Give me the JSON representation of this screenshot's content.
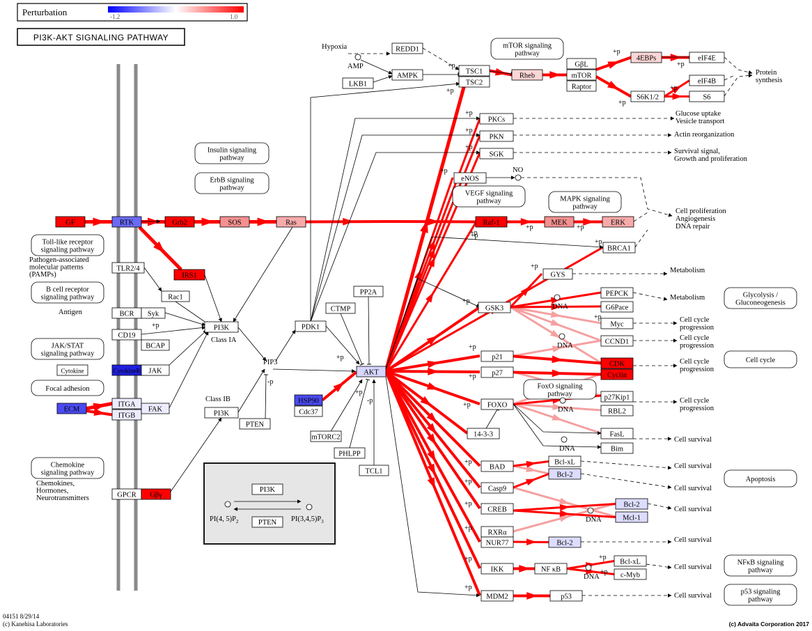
{
  "legend": {
    "title": "Perturbation",
    "min_label": "-1.2",
    "max_label": "1.0",
    "low_color": "#0000ff",
    "high_color": "#ff0000"
  },
  "pathway_title": "PI3K-AKT SIGNALING PATHWAY",
  "footer": {
    "id_date": "04151 8/29/14",
    "credit_left": "(c) Kanehisa Laboratories",
    "credit_right": "(c) Advaita Corporation 2017"
  },
  "colors": {
    "strong_up": "#ff0000",
    "mild_up": "#f08080",
    "light_up": "#fbd6d6",
    "strong_down": "#3b3bf0",
    "light_down": "#dcdcff",
    "neutral": "#ffffff",
    "inset_bg": "#e6e6e6"
  },
  "inset": {
    "pi3k": "PI3K",
    "pten": "PTEN",
    "substrate": "PI(4, 5)P",
    "substrate_sub": "2",
    "product": "PI(3,4,5)P",
    "product_sub": "3"
  },
  "nodes": [
    {
      "id": "gf",
      "label": "GF",
      "fill": "#ff0000"
    },
    {
      "id": "rtk",
      "label": "RTK",
      "fill": "#6a6af4"
    },
    {
      "id": "grb2",
      "label": "Grb2",
      "fill": "#ff0000"
    },
    {
      "id": "sos",
      "label": "SOS",
      "fill": "#f49090"
    },
    {
      "id": "ras",
      "label": "Ras",
      "fill": "#f7aaaa"
    },
    {
      "id": "raf1",
      "label": "Raf-1",
      "fill": "#ff0000"
    },
    {
      "id": "mek",
      "label": "MEK",
      "fill": "#f49090"
    },
    {
      "id": "erk",
      "label": "ERK",
      "fill": "#f7aaaa"
    },
    {
      "id": "irs1",
      "label": "IRS1",
      "fill": "#ff0000"
    },
    {
      "id": "tlr24",
      "label": "TLR2/4",
      "fill": "#ffffff"
    },
    {
      "id": "rac1",
      "label": "Rac1",
      "fill": "#ffffff"
    },
    {
      "id": "bcr",
      "label": "BCR",
      "fill": "#ffffff"
    },
    {
      "id": "syk",
      "label": "Syk",
      "fill": "#ffffff"
    },
    {
      "id": "cd19",
      "label": "CD19",
      "fill": "#ffffff"
    },
    {
      "id": "bcap",
      "label": "BCAP",
      "fill": "#ffffff"
    },
    {
      "id": "cytokine",
      "label": "Cytokine",
      "fill": "#ffffff"
    },
    {
      "id": "cytokine_r",
      "label": "CytokineR",
      "fill": "#2020e0"
    },
    {
      "id": "jak",
      "label": "JAK",
      "fill": "#ffffff"
    },
    {
      "id": "ecm",
      "label": "ECM",
      "fill": "#4a4af0"
    },
    {
      "id": "itga",
      "label": "ITGA",
      "fill": "#ececff"
    },
    {
      "id": "itgb",
      "label": "ITGB",
      "fill": "#ececff"
    },
    {
      "id": "fak",
      "label": "FAK",
      "fill": "#ececff"
    },
    {
      "id": "gpcr",
      "label": "GPCR",
      "fill": "#ffffff"
    },
    {
      "id": "gby",
      "label": "Gβγ",
      "fill": "#ff0000"
    },
    {
      "id": "pi3k_a",
      "label": "PI3K",
      "fill": "#ffffff"
    },
    {
      "id": "pi3k_b",
      "label": "PI3K",
      "fill": "#ffffff"
    },
    {
      "id": "pten",
      "label": "PTEN",
      "fill": "#ffffff"
    },
    {
      "id": "pdk1",
      "label": "PDK1",
      "fill": "#ffffff"
    },
    {
      "id": "pp2a",
      "label": "PP2A",
      "fill": "#ffffff"
    },
    {
      "id": "ctmp",
      "label": "CTMP",
      "fill": "#ffffff"
    },
    {
      "id": "hsp90",
      "label": "HSP90",
      "fill": "#4a4af0"
    },
    {
      "id": "cdc37",
      "label": "Cdc37",
      "fill": "#ffffff"
    },
    {
      "id": "mtorc2",
      "label": "mTORC2",
      "fill": "#ffffff"
    },
    {
      "id": "phlpp",
      "label": "PHLPP",
      "fill": "#ffffff"
    },
    {
      "id": "tcl1",
      "label": "TCL1",
      "fill": "#ffffff"
    },
    {
      "id": "akt",
      "label": "AKT",
      "fill": "#d6d6ff"
    },
    {
      "id": "redd1",
      "label": "REDD1",
      "fill": "#ffffff"
    },
    {
      "id": "ampk",
      "label": "AMPK",
      "fill": "#ffffff"
    },
    {
      "id": "lkb1",
      "label": "LKB1",
      "fill": "#ffffff"
    },
    {
      "id": "tsc1",
      "label": "TSC1",
      "fill": "#ffffff"
    },
    {
      "id": "tsc2",
      "label": "TSC2",
      "fill": "#ffffff"
    },
    {
      "id": "rheb",
      "label": "Rheb",
      "fill": "#fbd6d6"
    },
    {
      "id": "gbl",
      "label": "GβL",
      "fill": "#ffffff"
    },
    {
      "id": "mtor",
      "label": "mTOR",
      "fill": "#ffffff"
    },
    {
      "id": "raptor",
      "label": "Raptor",
      "fill": "#ffffff"
    },
    {
      "id": "4ebps",
      "label": "4EBPs",
      "fill": "#fbd6d6"
    },
    {
      "id": "eif4e",
      "label": "eIF4E",
      "fill": "#ffffff"
    },
    {
      "id": "eif4b",
      "label": "eIF4B",
      "fill": "#ffffff"
    },
    {
      "id": "s6k12",
      "label": "S6K1/2",
      "fill": "#ffffff"
    },
    {
      "id": "s6",
      "label": "S6",
      "fill": "#ffffff"
    },
    {
      "id": "pkcs",
      "label": "PKCs",
      "fill": "#ffffff"
    },
    {
      "id": "pkn",
      "label": "PKN",
      "fill": "#ffffff"
    },
    {
      "id": "sgk",
      "label": "SGK",
      "fill": "#ffffff"
    },
    {
      "id": "enos",
      "label": "eNOS",
      "fill": "#ffffff"
    },
    {
      "id": "brca1",
      "label": "BRCA1",
      "fill": "#ffffff"
    },
    {
      "id": "gys",
      "label": "GYS",
      "fill": "#ffffff"
    },
    {
      "id": "gsk3",
      "label": "GSK3",
      "fill": "#ffffff"
    },
    {
      "id": "pepck",
      "label": "PEPCK",
      "fill": "#ffffff"
    },
    {
      "id": "g6pase",
      "label": "G6Pace",
      "fill": "#ffffff"
    },
    {
      "id": "myc",
      "label": "Myc",
      "fill": "#ffffff"
    },
    {
      "id": "ccnd1",
      "label": "CCND1",
      "fill": "#ffffff"
    },
    {
      "id": "p21",
      "label": "p21",
      "fill": "#ffffff"
    },
    {
      "id": "p27",
      "label": "p27",
      "fill": "#ffffff"
    },
    {
      "id": "cdk",
      "label": "CDK",
      "fill": "#ff0000"
    },
    {
      "id": "cyclin",
      "label": "Cyclin",
      "fill": "#ff0000"
    },
    {
      "id": "p27kip1",
      "label": "p27Kip1",
      "fill": "#ffffff"
    },
    {
      "id": "foxo",
      "label": "FOXO",
      "fill": "#ffffff"
    },
    {
      "id": "rbl2",
      "label": "RBL2",
      "fill": "#ffffff"
    },
    {
      "id": "fasl",
      "label": "FasL",
      "fill": "#ffffff"
    },
    {
      "id": "bim",
      "label": "Bim",
      "fill": "#ffffff"
    },
    {
      "id": "14_3_3",
      "label": "14-3-3",
      "fill": "#ffffff"
    },
    {
      "id": "bad",
      "label": "BAD",
      "fill": "#ffffff"
    },
    {
      "id": "bclxl_a",
      "label": "Bcl-xL",
      "fill": "#ffffff"
    },
    {
      "id": "bcl2_a",
      "label": "Bcl-2",
      "fill": "#dcdcff"
    },
    {
      "id": "casp9",
      "label": "Casp9",
      "fill": "#ffffff"
    },
    {
      "id": "creb",
      "label": "CREB",
      "fill": "#ffffff"
    },
    {
      "id": "bcl2_b",
      "label": "Bcl-2",
      "fill": "#dcdcff"
    },
    {
      "id": "mcl1",
      "label": "Mcl-1",
      "fill": "#dcdcff"
    },
    {
      "id": "rxra",
      "label": "RXRα",
      "fill": "#ffffff"
    },
    {
      "id": "nur77",
      "label": "NUR77",
      "fill": "#ffffff"
    },
    {
      "id": "bcl2_c",
      "label": "Bcl-2",
      "fill": "#dcdcff"
    },
    {
      "id": "ikk",
      "label": "IKK",
      "fill": "#ffffff"
    },
    {
      "id": "nfkb",
      "label": "NF κB",
      "fill": "#ffffff"
    },
    {
      "id": "bclxl_b",
      "label": "Bcl-xL",
      "fill": "#ffffff"
    },
    {
      "id": "cmyb",
      "label": "c-Myb",
      "fill": "#ffffff"
    },
    {
      "id": "mdm2",
      "label": "MDM2",
      "fill": "#ffffff"
    },
    {
      "id": "p53",
      "label": "p53",
      "fill": "#ffffff"
    }
  ],
  "linked_pathways": [
    {
      "id": "insulin",
      "lines": [
        "Insulin signaling",
        "pathway"
      ]
    },
    {
      "id": "erbb",
      "lines": [
        "ErbB signaling",
        "pathway"
      ]
    },
    {
      "id": "tlr",
      "lines": [
        "Toll-like receptor",
        "signaling pathway"
      ]
    },
    {
      "id": "bcell",
      "lines": [
        "B cell receptor",
        "signaling pathway"
      ]
    },
    {
      "id": "jakstat",
      "lines": [
        "JAK/STAT",
        "signaling pathway"
      ]
    },
    {
      "id": "focal",
      "lines": [
        "Focal adhesion"
      ]
    },
    {
      "id": "chemokine",
      "lines": [
        "Chemokine",
        "signaling pathway"
      ]
    },
    {
      "id": "mtor",
      "lines": [
        "mTOR signaling",
        "pathway"
      ]
    },
    {
      "id": "vegf",
      "lines": [
        "VEGF signaling",
        "pathway"
      ]
    },
    {
      "id": "mapk",
      "lines": [
        "MAPK signaling",
        "pathway"
      ]
    },
    {
      "id": "foxo",
      "lines": [
        "FoxO signaling",
        "pathway"
      ]
    },
    {
      "id": "glycolysis",
      "lines": [
        "Glycolysis /",
        "Gluconeogenesis"
      ]
    },
    {
      "id": "cellcycle",
      "lines": [
        "Cell cycle"
      ]
    },
    {
      "id": "apoptosis",
      "lines": [
        "Apoptosis"
      ]
    },
    {
      "id": "nfkb",
      "lines": [
        "NFκB signaling",
        "pathway"
      ]
    },
    {
      "id": "p53",
      "lines": [
        "p53 signaling",
        "pathway"
      ]
    }
  ],
  "labels": {
    "hypoxia": "Hypoxia",
    "amp": "AMP",
    "no": "NO",
    "class_ia": "Class IA",
    "class_ib": "Class IB",
    "pip3": "PIP3",
    "antigen": "Antigen",
    "pamps": [
      "Pathogen-associated",
      "molecular patterns",
      "(PAMPs)"
    ],
    "chemokines": [
      "Chemokines,",
      "Hormones,",
      "Neurotransmitters"
    ],
    "dna": "DNA",
    "plus_p": "+p",
    "minus_p": "-p"
  },
  "outcomes": [
    {
      "id": "protein_synthesis",
      "lines": [
        "Protein",
        "synthesis"
      ]
    },
    {
      "id": "glucose",
      "lines": [
        "Glucose uptake",
        "Vesicle transport"
      ]
    },
    {
      "id": "actin",
      "lines": [
        "Actin reorganization"
      ]
    },
    {
      "id": "survival_growth",
      "lines": [
        "Survival signal,",
        "Growth and proliferation"
      ]
    },
    {
      "id": "proliferation",
      "lines": [
        "Cell proliferation",
        "Angiogenesis",
        "DNA repair"
      ]
    },
    {
      "id": "metabolism1",
      "lines": [
        "Metabolism"
      ]
    },
    {
      "id": "metabolism2",
      "lines": [
        "Metabolism"
      ]
    },
    {
      "id": "ccp1",
      "lines": [
        "Cell cycle",
        "progression"
      ]
    },
    {
      "id": "ccp2",
      "lines": [
        "Cell cycle",
        "progression"
      ]
    },
    {
      "id": "ccp3",
      "lines": [
        "Cell cycle",
        "progression"
      ]
    },
    {
      "id": "ccp4",
      "lines": [
        "Cell cycle",
        "progression"
      ]
    },
    {
      "id": "survival1",
      "lines": [
        "Cell survival"
      ]
    },
    {
      "id": "survival2",
      "lines": [
        "Cell survival"
      ]
    },
    {
      "id": "survival3",
      "lines": [
        "Cell survival"
      ]
    },
    {
      "id": "survival4",
      "lines": [
        "Cell survival"
      ]
    },
    {
      "id": "survival5",
      "lines": [
        "Cell survival"
      ]
    },
    {
      "id": "survival6",
      "lines": [
        "Cell survival"
      ]
    },
    {
      "id": "survival7",
      "lines": [
        "Cell survival"
      ]
    }
  ]
}
